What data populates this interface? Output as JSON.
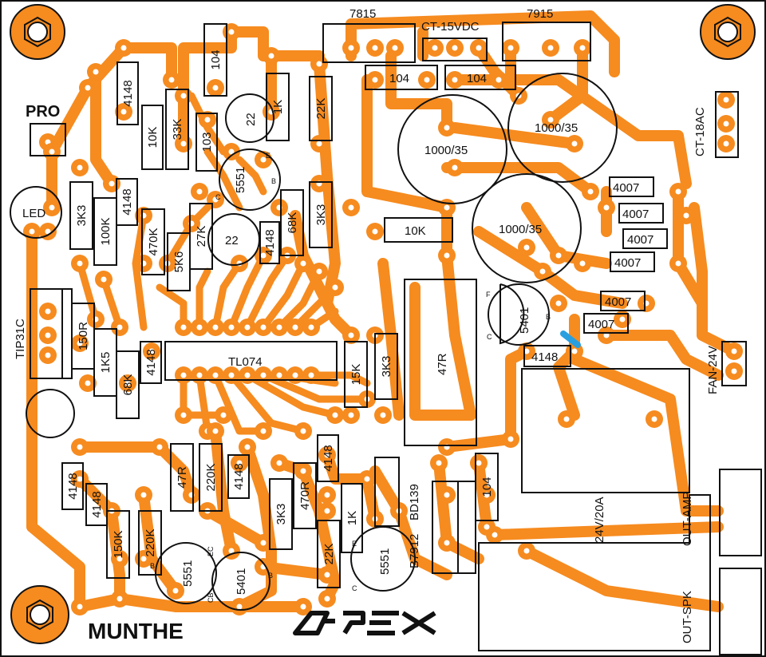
{
  "board": {
    "regulators": {
      "pos": "7815",
      "ct": "CT-15VDC",
      "neg": "7915"
    },
    "connectors": {
      "pro": "PRO",
      "led": "LED",
      "tip": "TIP31C",
      "ct18": "CT-18AC",
      "fan": "FAN-24V",
      "out_amp": "OUT-AMP",
      "out_spk": "OUT-SPK"
    },
    "ic": "TL074",
    "relay": "24V/20A",
    "big_res": "47R",
    "brand": {
      "author": "MUNTHE",
      "logo": "APEX"
    },
    "caps": {
      "c1000_a": "1000/35",
      "c1000_b": "1000/35",
      "c1000_c": "1000/35",
      "c22_a": "22",
      "c22_b": "22",
      "c104_a": "104",
      "c104_b": "104",
      "c104_c": "104",
      "c104_d": "104",
      "c103": "103"
    },
    "resistors": {
      "r4148_a": "4148",
      "r10k": "10K",
      "r33k": "33K",
      "r1k_a": "1K",
      "r22k_a": "22K",
      "r3k3_a": "3K3",
      "r100k": "100K",
      "r4148_b": "4148",
      "r470k": "470K",
      "r5k6": "5K6",
      "r27k": "27K",
      "r4148_c": "4148",
      "r68k_a": "68K",
      "r3k3_b": "3K3",
      "r10k_b": "10K",
      "r150r": "150R",
      "r1k5": "1K5",
      "r68k_b": "68K",
      "r4148_d": "4148",
      "r15k": "15K",
      "r3k3_c": "3K3",
      "r4148_e": "4148",
      "r4148_f": "4148",
      "r4148_g": "4148",
      "r47r": "47R",
      "r220k_a": "220K",
      "r4148_h": "4148",
      "r3k3_d": "3K3",
      "r470r": "470R",
      "r4148_i": "4148",
      "r1k_b": "1K",
      "r150k": "150K",
      "r220k_b": "220K",
      "r22k_b": "22K"
    },
    "diodes": {
      "d1": "4007",
      "d2": "4007",
      "d3": "4007",
      "d4": "4007",
      "d5": "4007",
      "d6": "4007"
    },
    "transistors": {
      "q5551_a": "5551",
      "q5551_b": "5551",
      "q5551_c": "5551",
      "q5401_a": "5401",
      "q5401_b": "5401",
      "bd139": "BD139",
      "b7912": "B7912"
    },
    "pins": {
      "e": "E",
      "b": "B",
      "c": "C",
      "f": "F",
      "ec": "EC",
      "cb": "CB"
    }
  }
}
